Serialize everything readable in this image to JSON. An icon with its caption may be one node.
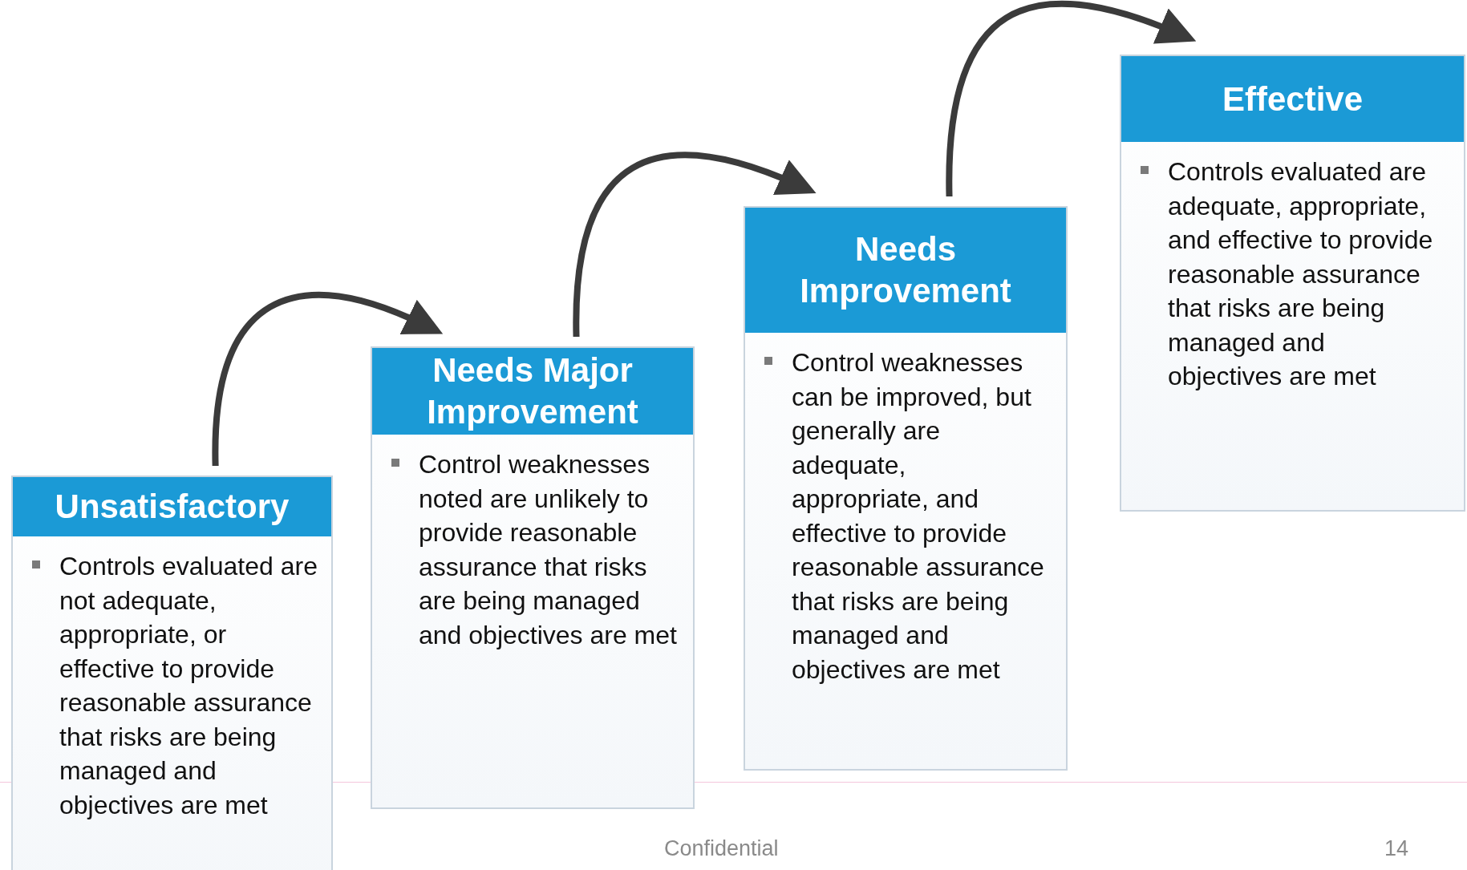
{
  "diagram": {
    "nodes": [
      {
        "text": [
          "Unsatisfactory",
          "Controls evaluated are not adequate, appropriate, or effective to provide reasonable assurance that risks are being managed and objectives are met"
        ]
      },
      {
        "text": [
          "Needs Major Improvement",
          "Control weaknesses noted are unlikely to provide reasonable assurance that risks are being managed and objectives are met"
        ]
      },
      {
        "text": [
          "Needs Improvement",
          "Control weaknesses can be improved, but generally are adequate, appropriate, and effective to provide reasonable assurance that risks are being managed and objectives are met"
        ]
      },
      {
        "text": [
          "Effective",
          "Controls evaluated are adequate, appropriate, and effective to provide reasonable assurance that risks are being managed and objectives are met"
        ]
      }
    ],
    "edges": [
      {
        "from": 0,
        "to": 1,
        "arrow": "to"
      },
      {
        "from": 1,
        "to": 2,
        "arrow": "to"
      },
      {
        "from": 2,
        "to": 3,
        "arrow": "to"
      }
    ],
    "labels": [
      "Confidential",
      "14"
    ]
  }
}
